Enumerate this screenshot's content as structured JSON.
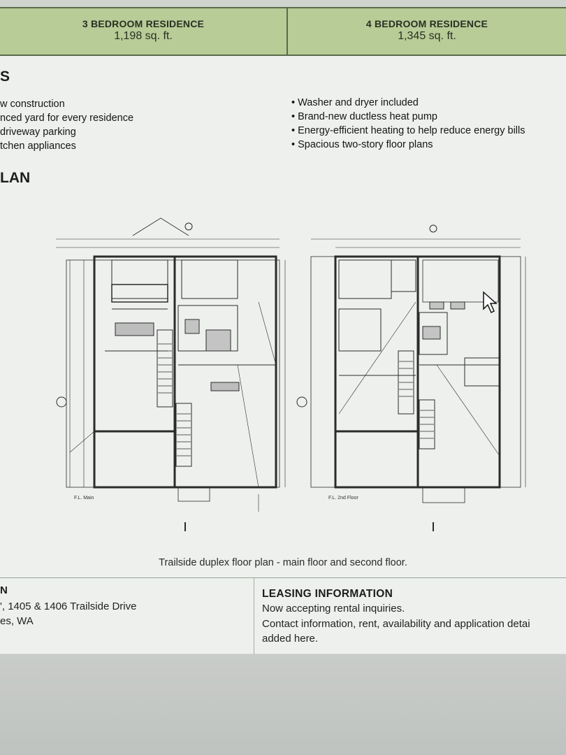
{
  "header": {
    "left": {
      "title": "3 BEDROOM RESIDENCE",
      "area": "1,198 sq. ft."
    },
    "right": {
      "title": "4 BEDROOM RESIDENCE",
      "area": "1,345 sq. ft."
    }
  },
  "features": {
    "heading": "S",
    "left_items": [
      "w construction",
      "nced yard for every residence",
      " driveway parking",
      "tchen appliances"
    ],
    "right_items": [
      "• Washer and dryer included",
      "• Brand-new ductless heat pump",
      "• Energy-efficient heating to help reduce energy bills",
      "• Spacious two-story floor plans"
    ]
  },
  "floor_plan": {
    "heading": "LAN",
    "main_label": "F.L. Main",
    "second_label": "F.L. 2nd Floor",
    "caption": "Trailside duplex floor plan - main floor and second floor."
  },
  "location": {
    "heading": "N",
    "lines": [
      "', 1405 & 1406 Trailside Drive",
      "es, WA"
    ]
  },
  "leasing": {
    "heading": "LEASING INFORMATION",
    "lines": [
      "Now accepting rental inquiries.",
      "Contact information, rent, availability and application detai",
      "added here."
    ]
  },
  "colors": {
    "header_green": "#b7cc97",
    "page_bg": "#eef0ed",
    "line": "#2b2b2b"
  }
}
